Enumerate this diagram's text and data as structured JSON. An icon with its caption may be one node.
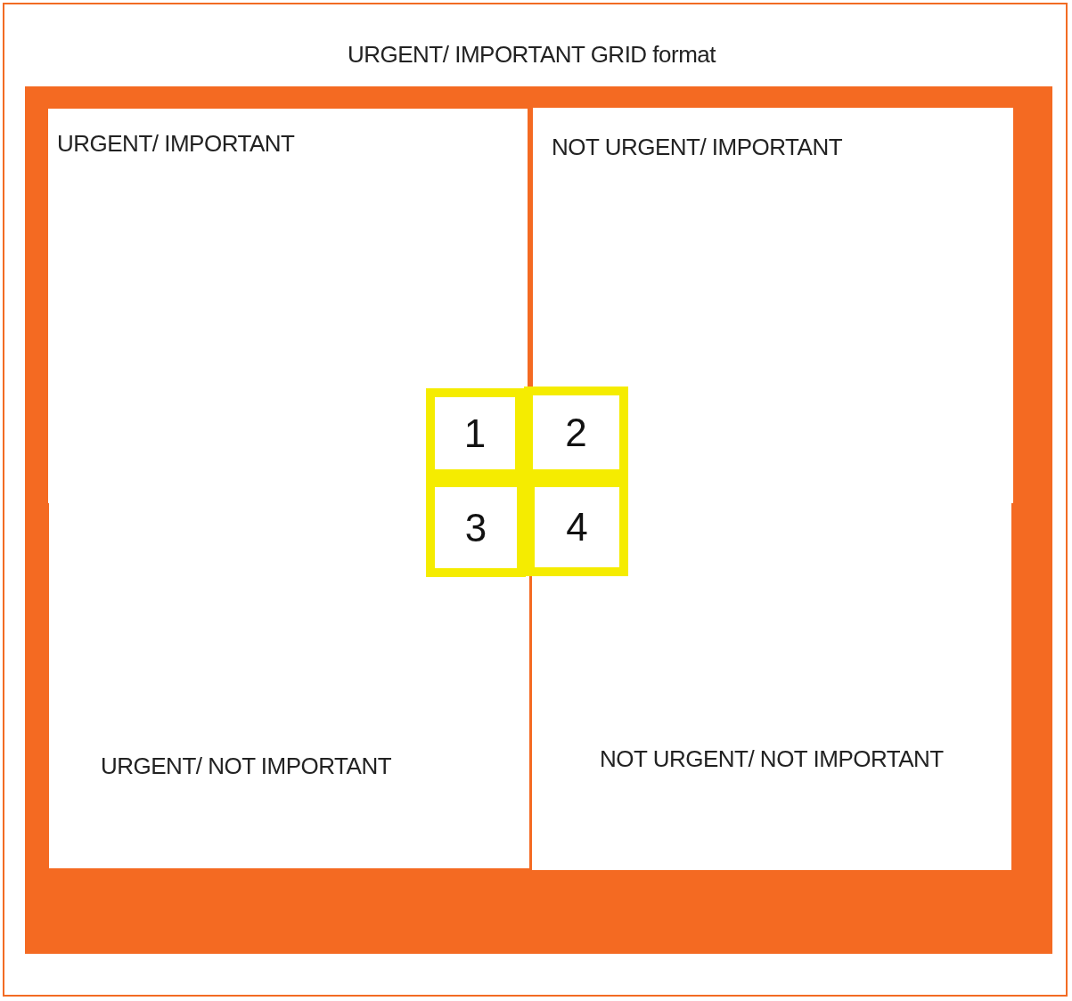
{
  "diagram": {
    "title": "URGENT/ IMPORTANT GRID format",
    "nodes": [
      {
        "text": [],
        "shape": "box"
      },
      {
        "text": [
          "URGENT/ IMPORTANT"
        ],
        "in": 0
      },
      {
        "text": [
          "NOT URGENT/ IMPORTANT"
        ],
        "in": 0
      },
      {
        "text": [
          "URGENT/ NOT IMPORTANT"
        ],
        "in": 0
      },
      {
        "text": [
          "NOT URGENT/ NOT IMPORTANT"
        ],
        "in": 0
      },
      {
        "text": [
          "1"
        ],
        "in": 1
      },
      {
        "text": [
          "2"
        ],
        "in": 0
      },
      {
        "text": [
          "3"
        ],
        "in": 0
      },
      {
        "text": [
          "4"
        ],
        "in": 0
      }
    ]
  }
}
